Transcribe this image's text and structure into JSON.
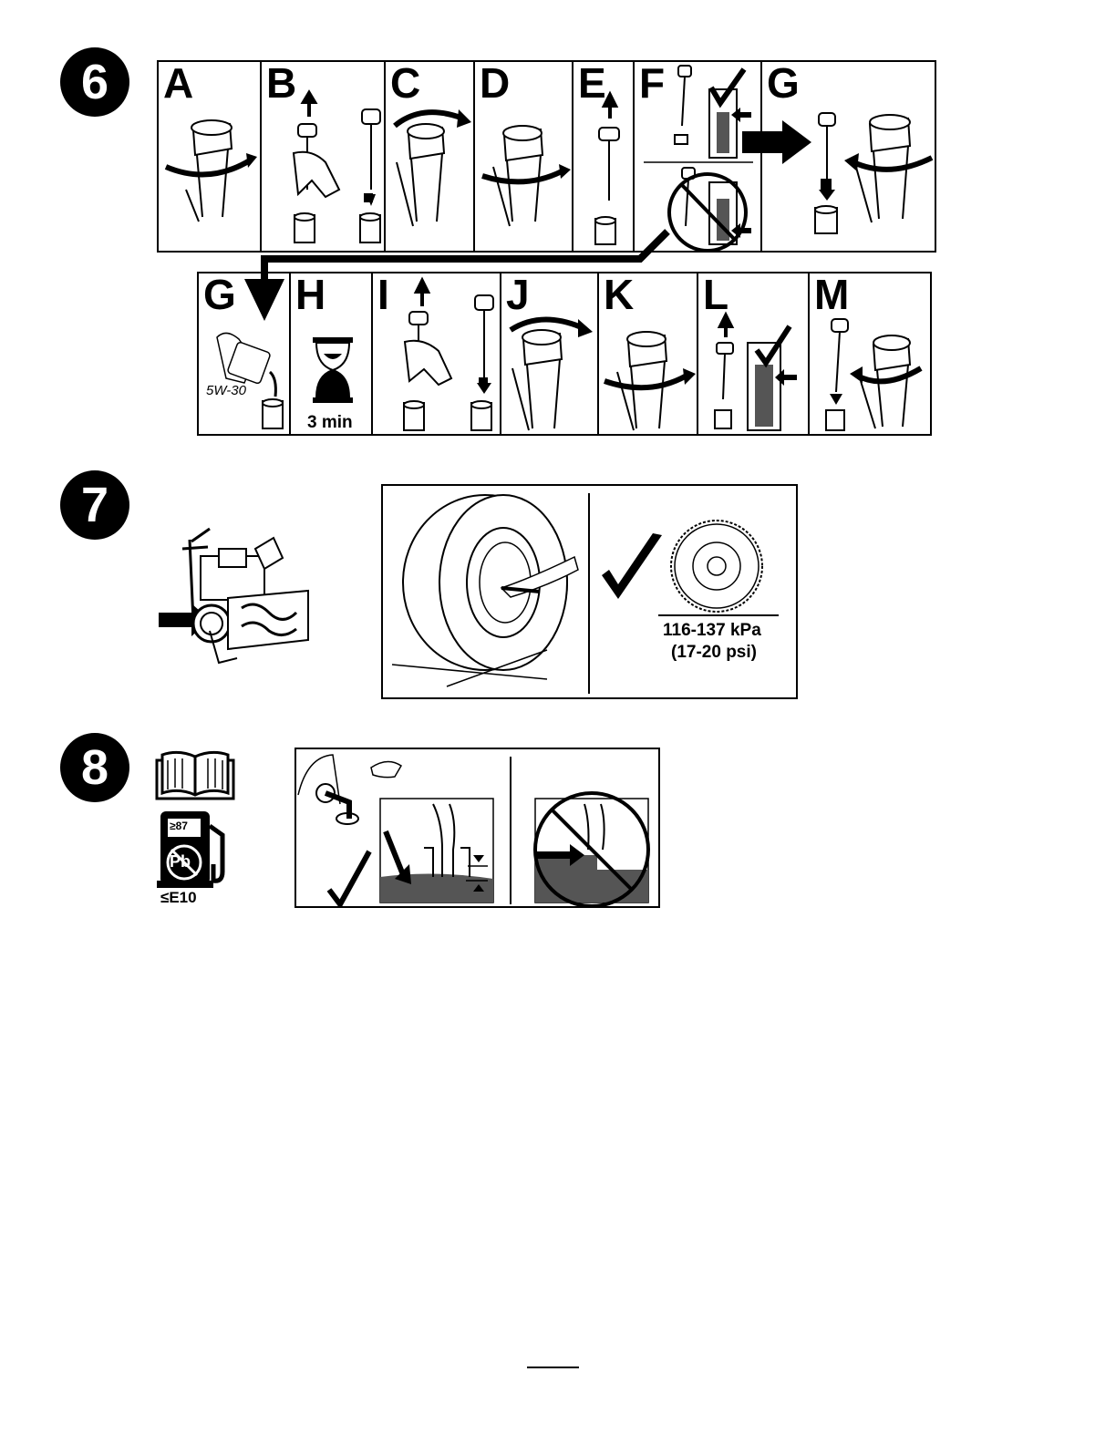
{
  "steps": [
    {
      "number": "6"
    },
    {
      "number": "7"
    },
    {
      "number": "8"
    }
  ],
  "step6": {
    "row1_letters": [
      "A",
      "B",
      "C",
      "D",
      "E",
      "F",
      "G"
    ],
    "row2_letters": [
      "G",
      "H",
      "I",
      "J",
      "K",
      "L",
      "M"
    ],
    "oil_type": "5W-30",
    "wait_time": "3 min"
  },
  "step7": {
    "pressure_kpa": "116-137 kPa",
    "pressure_psi": "(17-20 psi)"
  },
  "step8": {
    "octane": "≥87",
    "lead_symbol": "Pb",
    "ethanol": "≤E10"
  },
  "icons": [
    "clockwise-arrow-icon",
    "up-arrow-icon",
    "down-arrow-icon",
    "check-icon",
    "prohibited-icon",
    "hourglass-icon",
    "manual-book-icon",
    "fuel-pump-icon"
  ]
}
